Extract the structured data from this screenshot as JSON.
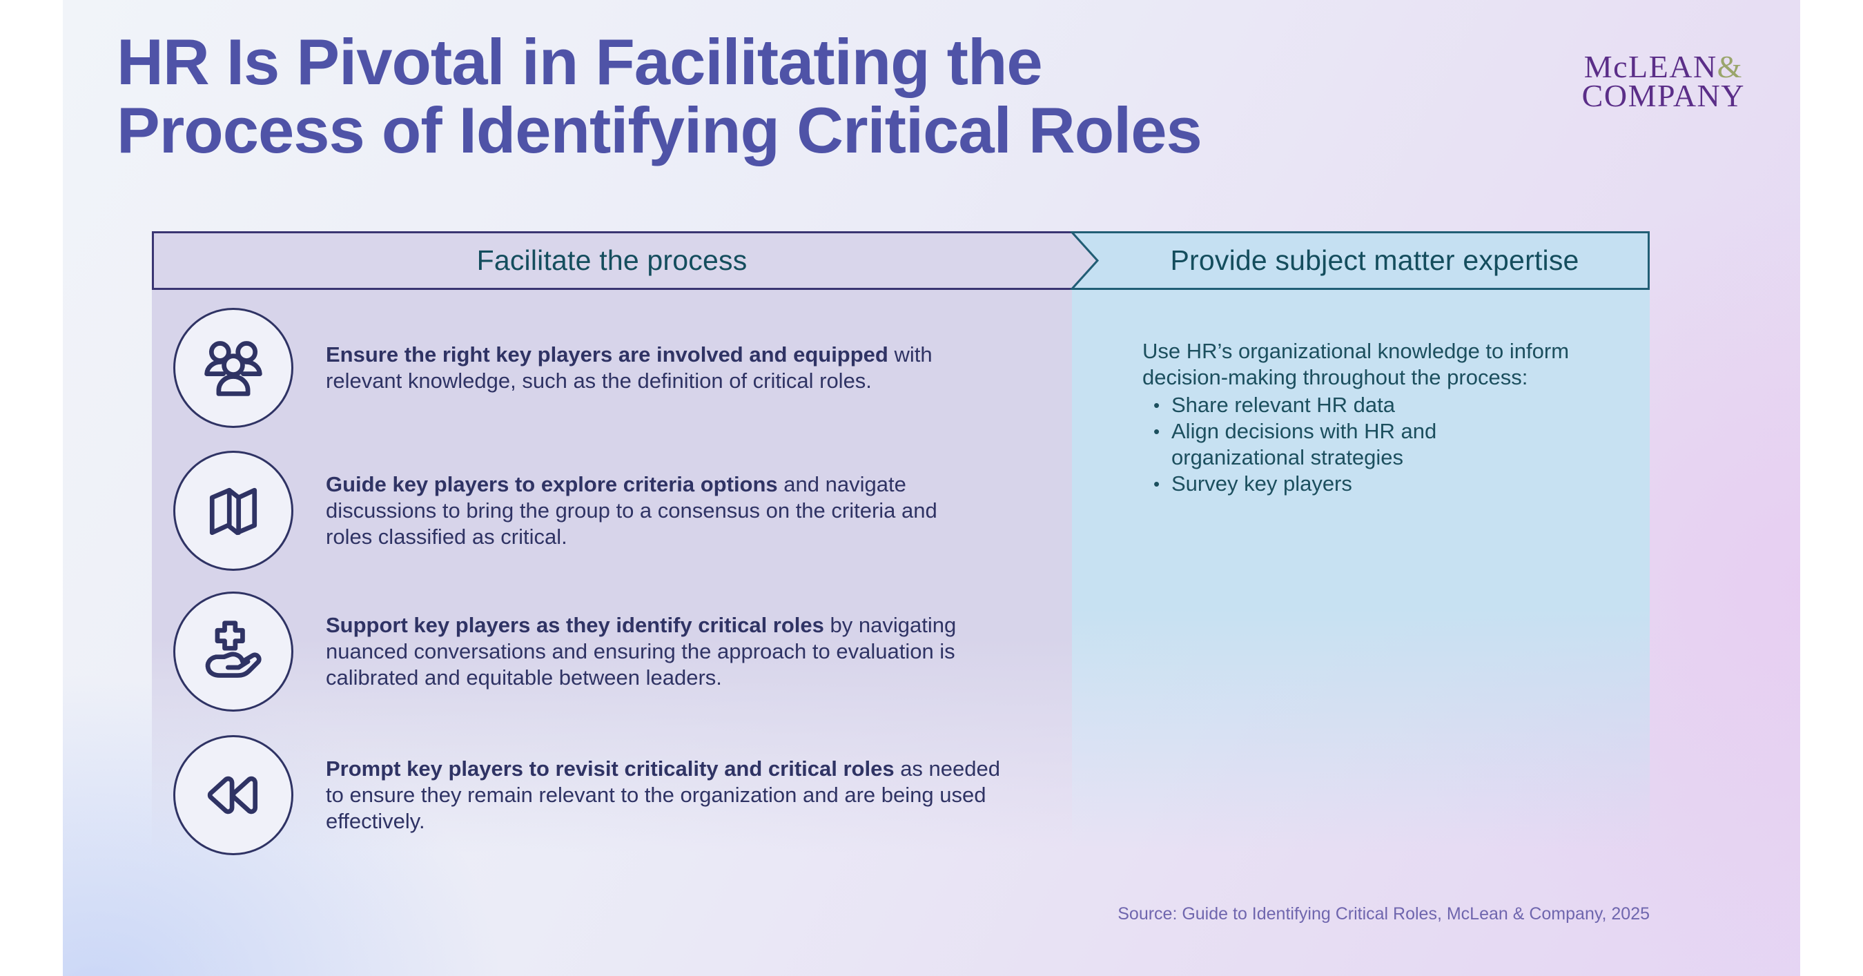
{
  "slide": {
    "title_line1": "HR Is Pivotal in Facilitating the",
    "title_line2": "Process of Identifying Critical Roles"
  },
  "logo": {
    "line1": "McLEAN",
    "amp": "&",
    "line2": "COMPANY"
  },
  "columns": {
    "left_header": "Facilitate the process",
    "right_header": "Provide subject matter expertise"
  },
  "left_items": [
    {
      "icon": "people-group-icon",
      "bold": "Ensure the right key players are involved and equipped",
      "rest": " with relevant knowledge, such as the definition of critical roles."
    },
    {
      "icon": "map-icon",
      "bold": "Guide key players to explore criteria options",
      "rest": " and navigate discussions to bring the group to a consensus on the criteria and roles classified as critical."
    },
    {
      "icon": "hand-plus-icon",
      "bold": "Support key players as they identify critical roles",
      "rest": " by navigating nuanced conversations and ensuring the approach to evaluation is calibrated and equitable between leaders."
    },
    {
      "icon": "rewind-icon",
      "bold": "Prompt key players to revisit criticality and critical roles",
      "rest": " as needed to ensure they remain relevant to the organization and are being used effectively."
    }
  ],
  "right_column": {
    "intro": "Use HR’s organizational knowledge to inform decision-making throughout the process:",
    "bullets": [
      "Share relevant HR data",
      "Align decisions with HR and organizational strategies",
      "Survey key players"
    ]
  },
  "source": "Source: Guide to Identifying Critical Roles, McLean & Company, 2025",
  "colors": {
    "title": "#4F53A7",
    "navy": "#2F3364",
    "teal-text": "#144D5D",
    "purple-fill": "#D9D6EB",
    "purple-border": "#3A3572",
    "blue-fill": "#C5E0F2",
    "blue-border": "#215E75",
    "left-panel": "#D7D4EA",
    "right-panel": "#C7E1F2",
    "source": "#6F66AE",
    "logo-purple": "#5B2E88",
    "logo-amp": "#9AA56B",
    "circle-fill": "#F0F1F9"
  }
}
